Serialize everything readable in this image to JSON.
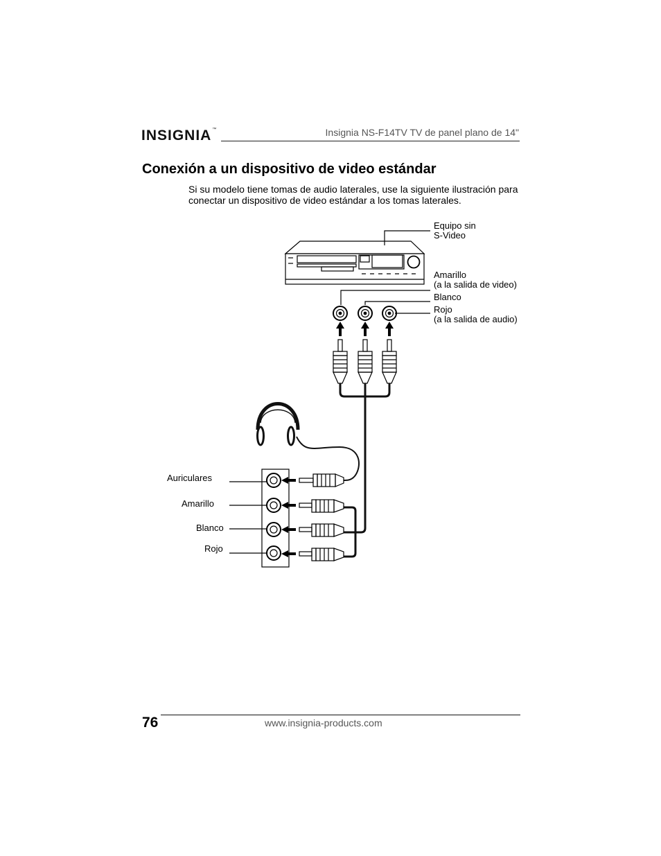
{
  "header": {
    "logo_text": "INSIGNIA",
    "logo_mark": "™",
    "title": "Insignia NS-F14TV TV de panel plano de 14\""
  },
  "section": {
    "title": "Conexión a un dispositivo de video estándar",
    "intro": "Si su modelo tiene tomas de audio laterales, use la siguiente ilustración para conectar un dispositivo de video estándar a los tomas laterales."
  },
  "diagram": {
    "device_label_line1": "Equipo sin",
    "device_label_line2": "S-Video",
    "amarillo_top_line1": "Amarillo",
    "amarillo_top_line2": "(a la salida de video)",
    "blanco_top": "Blanco",
    "rojo_top_line1": "Rojo",
    "rojo_top_line2": "(a la salida de audio)",
    "side_labels": {
      "auriculares": "Auriculares",
      "amarillo": "Amarillo",
      "blanco": "Blanco",
      "rojo": "Rojo"
    }
  },
  "footer": {
    "page_number": "76",
    "url": "www.insignia-products.com"
  }
}
